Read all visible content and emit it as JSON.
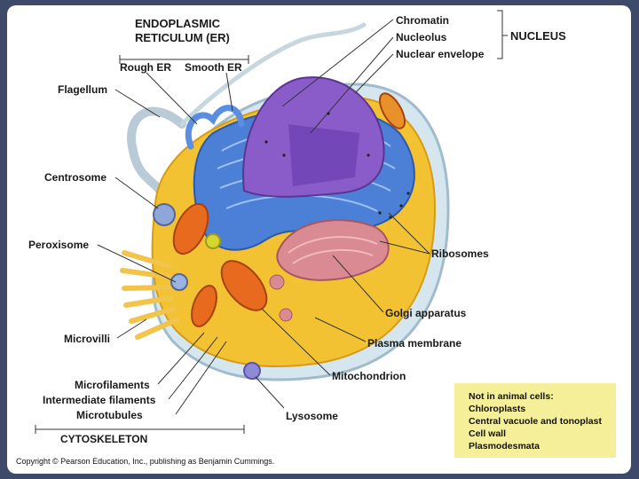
{
  "labels": {
    "er_title_1": "ENDOPLASMIC",
    "er_title_2": "RETICULUM (ER)",
    "rough_er": "Rough ER",
    "smooth_er": "Smooth ER",
    "flagellum": "Flagellum",
    "centrosome": "Centrosome",
    "peroxisome": "Peroxisome",
    "microvilli": "Microvilli",
    "microfilaments": "Microfilaments",
    "intermediate_filaments": "Intermediate filaments",
    "microtubules": "Microtubules",
    "cytoskeleton": "CYTOSKELETON",
    "chromatin": "Chromatin",
    "nucleolus": "Nucleolus",
    "nuclear_envelope": "Nuclear envelope",
    "nucleus": "NUCLEUS",
    "ribosomes": "Ribosomes",
    "golgi": "Golgi apparatus",
    "plasma_membrane": "Plasma membrane",
    "mitochondrion": "Mitochondrion",
    "lysosome": "Lysosome"
  },
  "note": {
    "title": "Not in animal cells:",
    "items": [
      "Chloroplasts",
      "Central vacuole and tonoplast",
      "Cell wall",
      "Plasmodesmata"
    ]
  },
  "copyright": "Copyright © Pearson Education, Inc., publishing as Benjamin Cummings.",
  "colors": {
    "frame": "#3f4a6a",
    "cytoplasm": "#f2c233",
    "er": "#4c7fd6",
    "nucleus": "#7b4fb8",
    "golgi": "#d98a92",
    "mitochondria": "#e86a1e",
    "membrane": "#cfe2ea",
    "note_bg": "#f6ef9a"
  }
}
